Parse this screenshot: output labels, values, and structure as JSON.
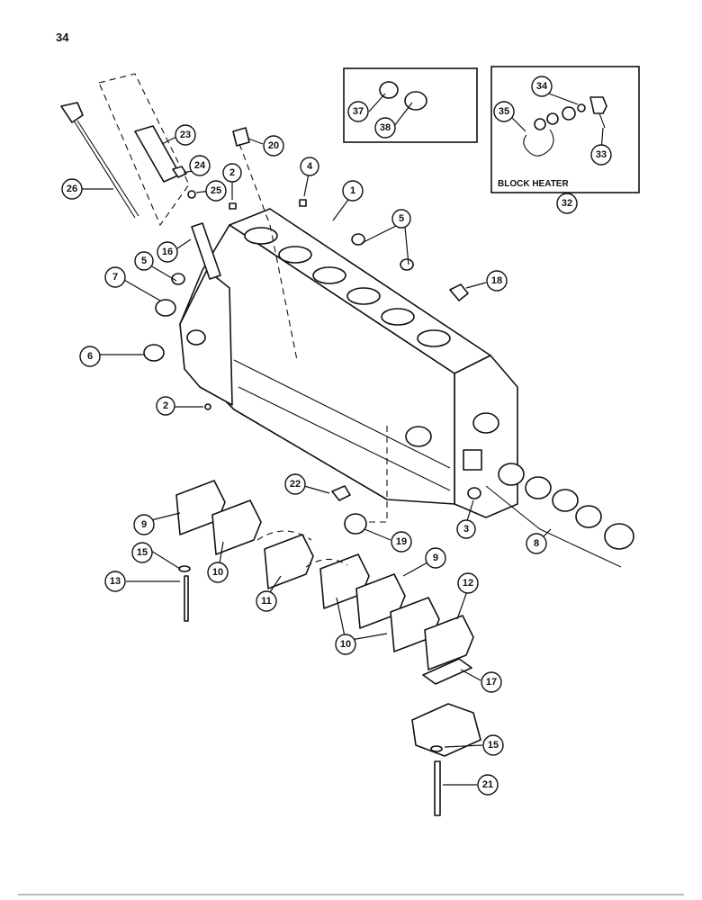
{
  "page_number": "34",
  "insets": {
    "block_heater_caption": "BLOCK HEATER"
  },
  "callouts": [
    {
      "label": "1"
    },
    {
      "label": "2"
    },
    {
      "label": "2"
    },
    {
      "label": "3"
    },
    {
      "label": "4"
    },
    {
      "label": "5"
    },
    {
      "label": "5"
    },
    {
      "label": "6"
    },
    {
      "label": "7"
    },
    {
      "label": "8"
    },
    {
      "label": "9"
    },
    {
      "label": "9"
    },
    {
      "label": "10"
    },
    {
      "label": "10"
    },
    {
      "label": "11"
    },
    {
      "label": "12"
    },
    {
      "label": "13"
    },
    {
      "label": "15"
    },
    {
      "label": "15"
    },
    {
      "label": "16"
    },
    {
      "label": "17"
    },
    {
      "label": "18"
    },
    {
      "label": "19"
    },
    {
      "label": "20"
    },
    {
      "label": "21"
    },
    {
      "label": "22"
    },
    {
      "label": "23"
    },
    {
      "label": "24"
    },
    {
      "label": "25"
    },
    {
      "label": "26"
    },
    {
      "label": "32"
    },
    {
      "label": "33"
    },
    {
      "label": "34"
    },
    {
      "label": "35"
    },
    {
      "label": "37"
    },
    {
      "label": "38"
    }
  ]
}
